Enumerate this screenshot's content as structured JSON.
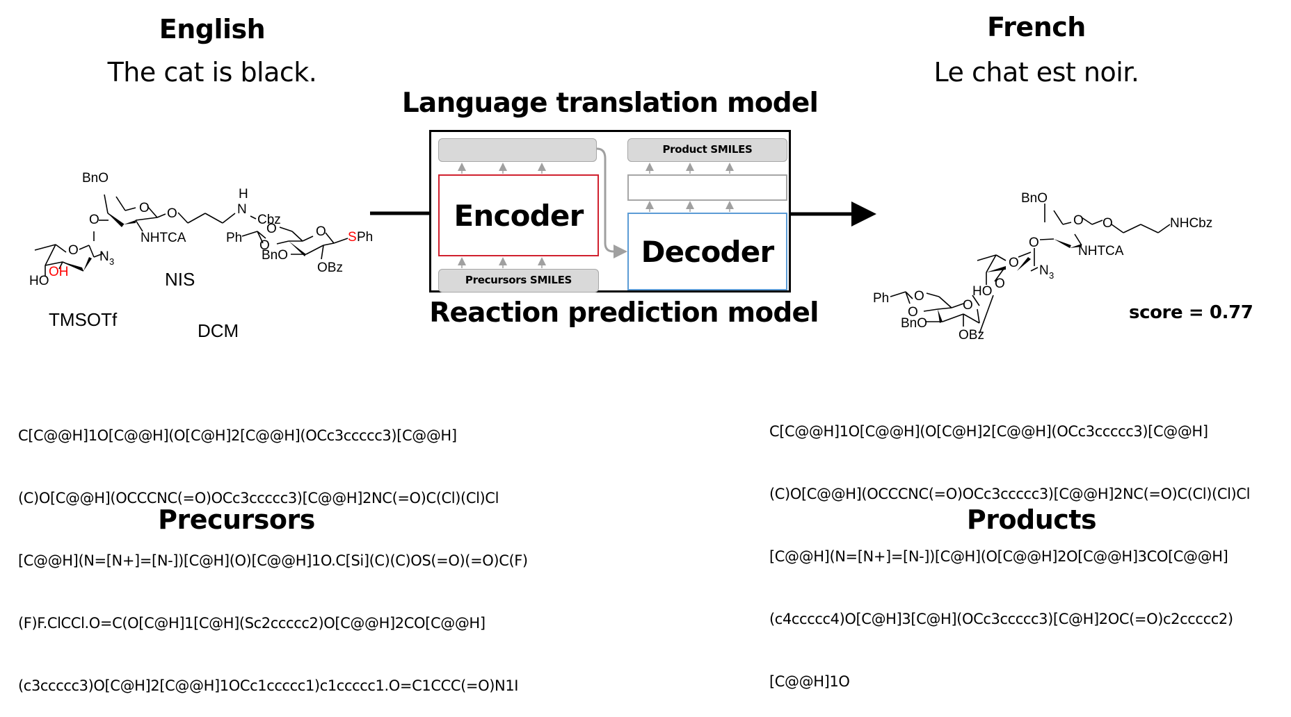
{
  "left": {
    "language_label": "English",
    "sentence": "The cat is black.",
    "section_label": "Precursors",
    "smiles_lines": [
      "C[C@@H]1O[C@@H](O[C@H]2[C@@H](OCc3ccccc3)[C@@H]",
      "(C)O[C@@H](OCCCNC(=O)OCc3ccccc3)[C@@H]2NC(=O)C(Cl)(Cl)Cl",
      "[C@@H](N=[N+]=[N-])[C@H](O)[C@@H]1O.C[Si](C)(C)OS(=O)(=O)C(F)",
      "(F)F.ClCCl.O=C(O[C@H]1[C@H](Sc2ccccc2)O[C@@H]2CO[C@@H]",
      "(c3ccccc3)O[C@H]2[C@@H]1OCc1ccccc1)c1ccccc1.O=C1CCC(=O)N1I"
    ],
    "reagents": {
      "promoter": "NIS",
      "catalyst": "TMSOTf",
      "solvent": "DCM"
    },
    "acceptor_labels": {
      "bno": "BnO",
      "o_link": "O",
      "ring_o": "O",
      "o_chain": "O",
      "nh": "H",
      "n": "N",
      "cbz": "Cbz",
      "nhtca": "NHTCA",
      "ring2_o": "O",
      "n3_n": "N",
      "n3_sub": "3",
      "ho": "HO",
      "oh": "OH"
    },
    "donor_labels": {
      "ph": "Ph",
      "o1": "O",
      "o2": "O",
      "ring_o": "O",
      "bno": "BnO",
      "s": "S",
      "sph": "Ph",
      "obz": "OBz"
    }
  },
  "right": {
    "language_label": "French",
    "sentence": "Le chat est noir.",
    "section_label": "Products",
    "score_text": "score = 0.77",
    "smiles_lines": [
      "C[C@@H]1O[C@@H](O[C@H]2[C@@H](OCc3ccccc3)[C@@H]",
      "(C)O[C@@H](OCCCNC(=O)OCc3ccccc3)[C@@H]2NC(=O)C(Cl)(Cl)Cl",
      "[C@@H](N=[N+]=[N-])[C@H](O[C@@H]2O[C@@H]3CO[C@@H]",
      "(c4ccccc4)O[C@H]3[C@H](OCc3ccccc3)[C@H]2OC(=O)c2ccccc2)",
      "[C@@H]1O"
    ],
    "product_labels": {
      "bno": "BnO",
      "ring_o": "O",
      "o_chain": "O",
      "nhcbz": "NHCbz",
      "o_link": "O",
      "nhtca": "NHTCA",
      "ring2_o": "O",
      "n3_n": "N",
      "n3_sub": "3",
      "o_glyco": "O",
      "ho": "HO",
      "ph": "Ph",
      "o1": "O",
      "o2": "O",
      "ring3_o": "O",
      "bno2": "BnO",
      "obz": "OBz"
    }
  },
  "model": {
    "top_title": "Language translation model",
    "bottom_title": "Reaction prediction model",
    "encoder_label": "Encoder",
    "decoder_label": "Decoder",
    "input_label": "Precursors SMILES",
    "output_label": "Product SMILES",
    "encoder_output_label": "",
    "decoder_hidden_label": ""
  },
  "colors": {
    "encoder_border": "#d0202e",
    "decoder_border": "#5b9bd5",
    "token_bar_fill": "#d9d9d9",
    "token_bar_border": "#a6a6a6",
    "arrow_gray": "#a0a0a0",
    "highlight_red": "#ff0000"
  }
}
